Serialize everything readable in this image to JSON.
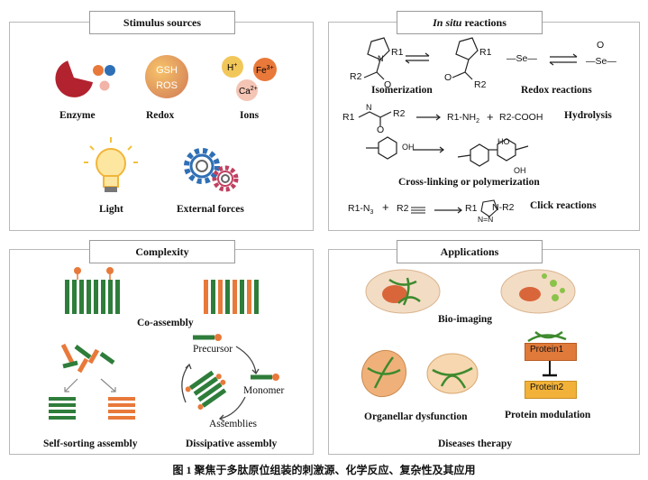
{
  "panels": {
    "stimulus": {
      "title": "Stimulus sources",
      "labels": {
        "enzyme": "Enzyme",
        "redox": "Redox",
        "ions": "Ions",
        "light": "Light",
        "external": "External forces"
      },
      "icons": {
        "gsh": "GSH",
        "ros": "ROS",
        "h": "H",
        "h_sup": "+",
        "fe": "Fe",
        "fe_sup": "3+",
        "ca": "Ca",
        "ca_sup": "2+"
      }
    },
    "insitu": {
      "title_italic": "In situ",
      "title_rest": " reactions",
      "labels": {
        "isomerization": "Isomerization",
        "redox": "Redox reactions",
        "hydrolysis": "Hydrolysis",
        "crosslink": "Cross-linking or polymerization",
        "click": "Click reactions"
      },
      "chem": {
        "r1": "R1",
        "r2": "R2",
        "o": "O",
        "se": "Se",
        "n": "N",
        "oh": "OH",
        "ho": "HO",
        "hydro_reactant": "R1",
        "hydro_nh2": "R1-NH",
        "hydro_nh2_sub": "2",
        "plus": "+",
        "cooh": "R2-COOH",
        "azide": "R1-N",
        "azide_sub": "3",
        "alkyne": "R2",
        "triazole_r1": "R1",
        "triazole_n": "N-R2",
        "triazole_nn": "N=N"
      }
    },
    "complexity": {
      "title": "Complexity",
      "labels": {
        "coassembly": "Co-assembly",
        "precursor": "Precursor",
        "monomer": "Monomer",
        "assemblies": "Assemblies",
        "selfsorting": "Self-sorting assembly",
        "dissipative": "Dissipative assembly"
      }
    },
    "applications": {
      "title": "Applications",
      "labels": {
        "bioimaging": "Bio-imaging",
        "organellar": "Organellar dysfunction",
        "protein_mod": "Protein modulation",
        "protein1": "Protein1",
        "protein2": "Protein2",
        "diseases": "Diseases therapy"
      }
    }
  },
  "caption": "图 1 聚焦于多肽原位组装的刺激源、化学反应、复杂性及其应用",
  "colors": {
    "green": "#2e7d3a",
    "orange": "#e8793a",
    "enzyme_red": "#b2222f",
    "protein1": "#e07a3a",
    "protein2": "#f2b23a"
  }
}
